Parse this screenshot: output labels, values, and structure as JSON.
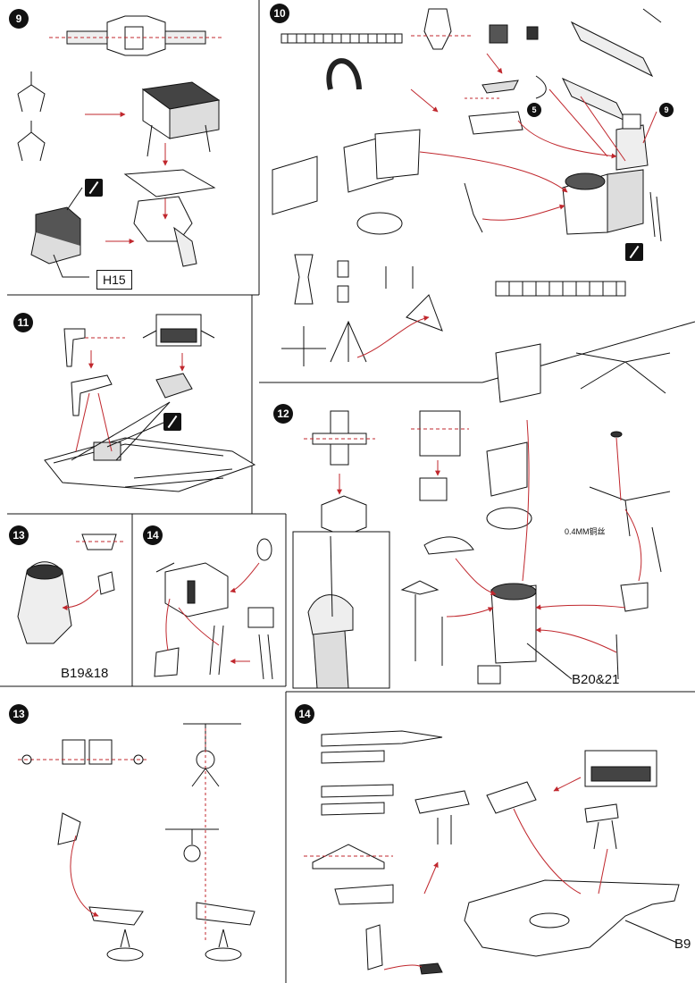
{
  "steps": {
    "s9": {
      "number": "9"
    },
    "s10": {
      "number": "10"
    },
    "s11": {
      "number": "11"
    },
    "s12": {
      "number": "12"
    },
    "s13a": {
      "number": "13"
    },
    "s14a": {
      "number": "14"
    },
    "s13b": {
      "number": "13"
    },
    "s14b": {
      "number": "14"
    }
  },
  "labels": {
    "h15": "H15",
    "b19_18": "B19&18",
    "b20_21": "B20&21",
    "b9": "B9",
    "wire": "0.4MM铜丝",
    "ref9": "9",
    "ref5": "5"
  },
  "colors": {
    "line": "#111111",
    "arrow": "#c0272d",
    "guide": "#c0272d"
  },
  "icons": [
    "cut-badge-icon"
  ]
}
